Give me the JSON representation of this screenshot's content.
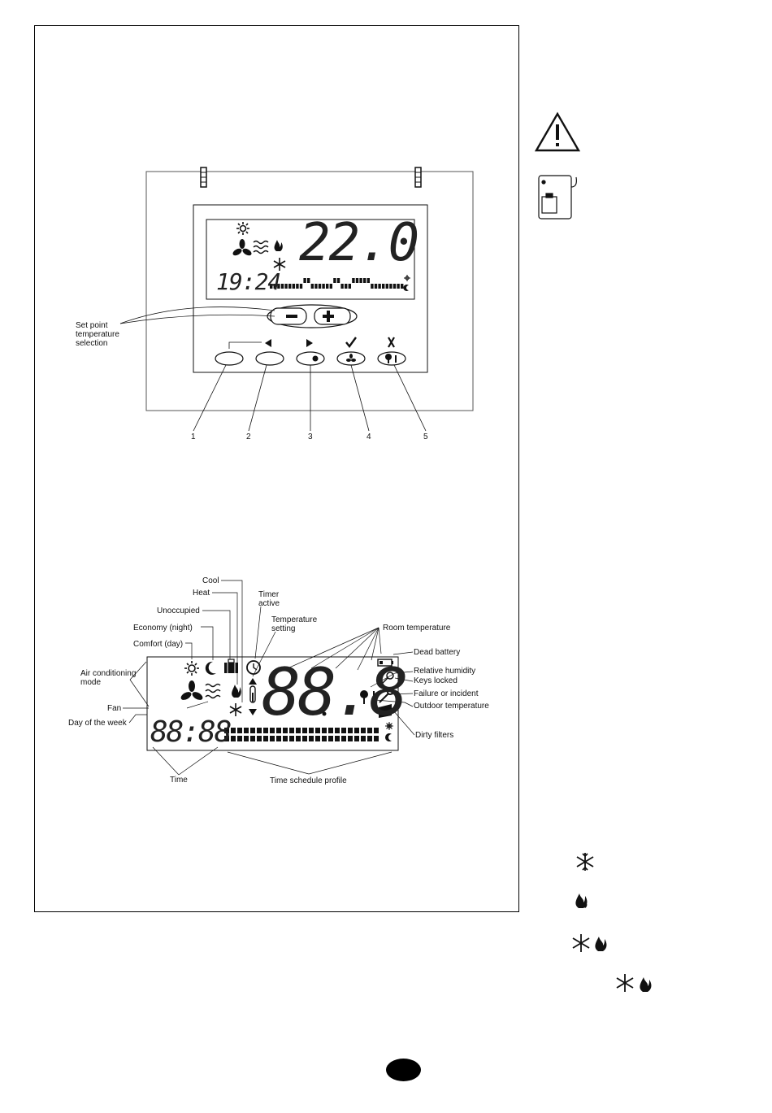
{
  "device": {
    "setpoint_display": "22.0",
    "time_display": "19:24",
    "setpoint_label_lines": [
      "Set point",
      "temperature",
      "selection"
    ],
    "button_numbers": [
      "1",
      "2",
      "3",
      "4",
      "5"
    ]
  },
  "display_legend": {
    "big_digits": "88.8",
    "clock_digits": "88:88",
    "labels": {
      "cool": "Cool",
      "heat": "Heat",
      "timer_line1": "Timer",
      "timer_line2": "active",
      "unoccupied": "Unoccupied",
      "temp_setting_line1": "Temperature",
      "temp_setting_line2": "setting",
      "economy": "Economy (night)",
      "room_temperature": "Room temperature",
      "comfort": "Comfort (day)",
      "dead_battery": "Dead battery",
      "air_cond_line1": "Air conditioning",
      "air_cond_line2": "mode",
      "relative_humidity": "Relative humidity",
      "keys_locked": "Keys locked",
      "failure": "Failure or incident",
      "fan": "Fan",
      "outdoor_temperature": "Outdoor temperature",
      "day_of_week": "Day of the week",
      "dirty_filters": "Dirty filters",
      "time": "Time",
      "time_schedule": "Time schedule profile"
    }
  },
  "colors": {
    "ink": "#111111",
    "page": "#ffffff"
  }
}
